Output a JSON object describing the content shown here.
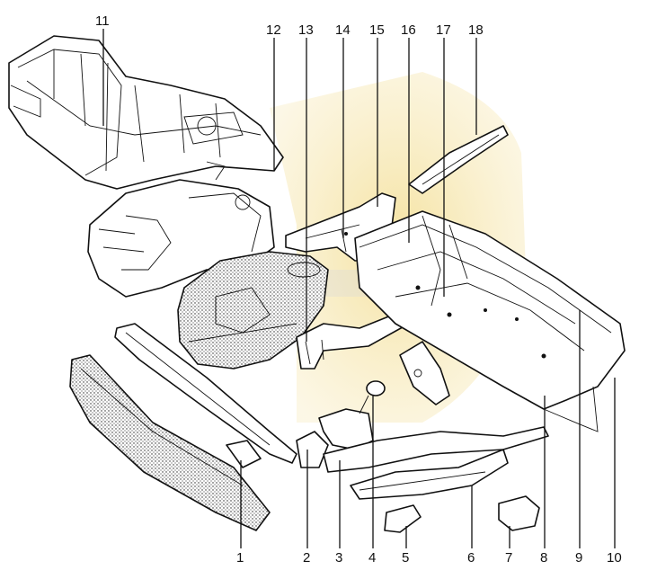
{
  "diagram": {
    "callouts": [
      "1",
      "2",
      "3",
      "4",
      "5",
      "6",
      "7",
      "8",
      "9",
      "10",
      "11",
      "12",
      "13",
      "14",
      "15",
      "16",
      "17",
      "18"
    ],
    "watermark_color": "#f2dc8a",
    "ink_color": "#111111"
  }
}
